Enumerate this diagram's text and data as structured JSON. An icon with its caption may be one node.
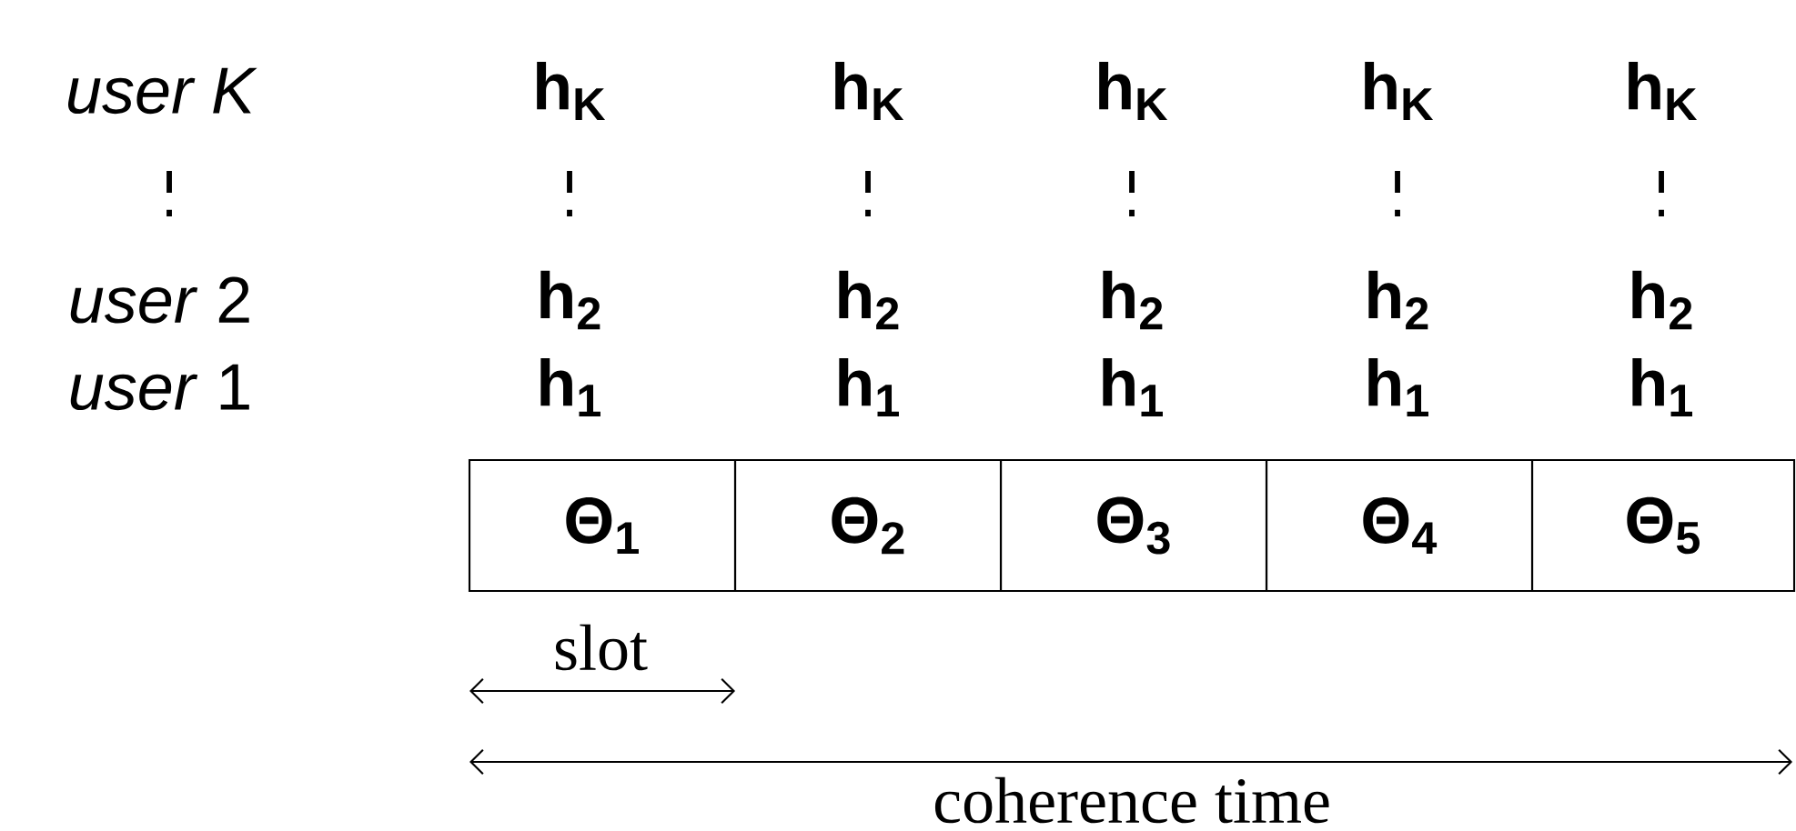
{
  "diagram": {
    "nodes": [
      {
        "text": [
          "Θ$_{1}$"
        ]
      },
      {
        "text": [
          "Θ$_{2}$"
        ]
      },
      {
        "text": [
          "Θ$_{3}$"
        ]
      },
      {
        "text": [
          "Θ$_{4}$"
        ]
      },
      {
        "text": [
          "Θ$_{5}$"
        ]
      }
    ],
    "labels": [
      "user K",
      "h$_{K}$",
      "h$_{K}$",
      "h$_{K}$",
      "h$_{K}$",
      "h$_{K}$",
      "*user* 2",
      "h$_{2}$",
      "h$_{2}$",
      "h$_{2}$",
      "h$_{2}$",
      "h$_{2}$",
      "*user* 1",
      "h$_{1}$",
      "h$_{1}$",
      "h$_{1}$",
      "h$_{1}$",
      "h$_{1}$",
      "slot",
      "coherence time"
    ]
  }
}
